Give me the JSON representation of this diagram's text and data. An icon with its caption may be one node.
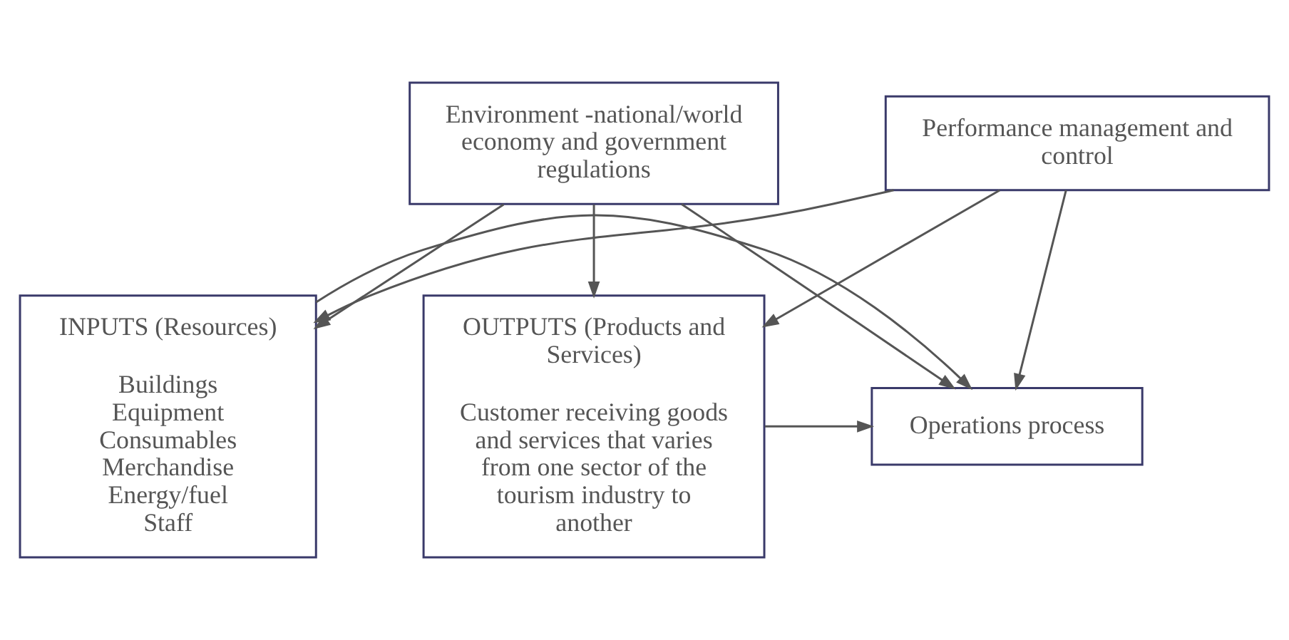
{
  "diagram": {
    "nodes": [
      {
        "text": [
          "Environment -national/world economy and government regulations"
        ]
      },
      {
        "text": [
          "INPUTS (Resources)",
          "Buildings",
          "Equipment",
          "Consumables",
          "Merchandise",
          "Energy/fuel",
          "Staff"
        ]
      },
      {
        "text": [
          "Operations process"
        ]
      },
      {
        "text": [
          "OUTPUTS (Products and Services)",
          "Customer receiving goods and services that varies from one sector of the tourism industry to another"
        ]
      },
      {
        "text": [
          "Performance management and control"
        ]
      }
    ],
    "edges": [
      {
        "from": 0,
        "to": 1,
        "arrow": "to"
      },
      {
        "from": 0,
        "to": 3,
        "arrow": "to"
      },
      {
        "from": 0,
        "to": 2,
        "arrow": "to"
      },
      {
        "from": 1,
        "to": 2,
        "arrow": "to"
      },
      {
        "from": 3,
        "to": 2,
        "arrow": "to"
      },
      {
        "from": 4,
        "to": 2,
        "arrow": "to"
      },
      {
        "from": 4,
        "to": 1,
        "arrow": "to"
      },
      {
        "from": 4,
        "to": 3,
        "arrow": "to"
      }
    ]
  }
}
